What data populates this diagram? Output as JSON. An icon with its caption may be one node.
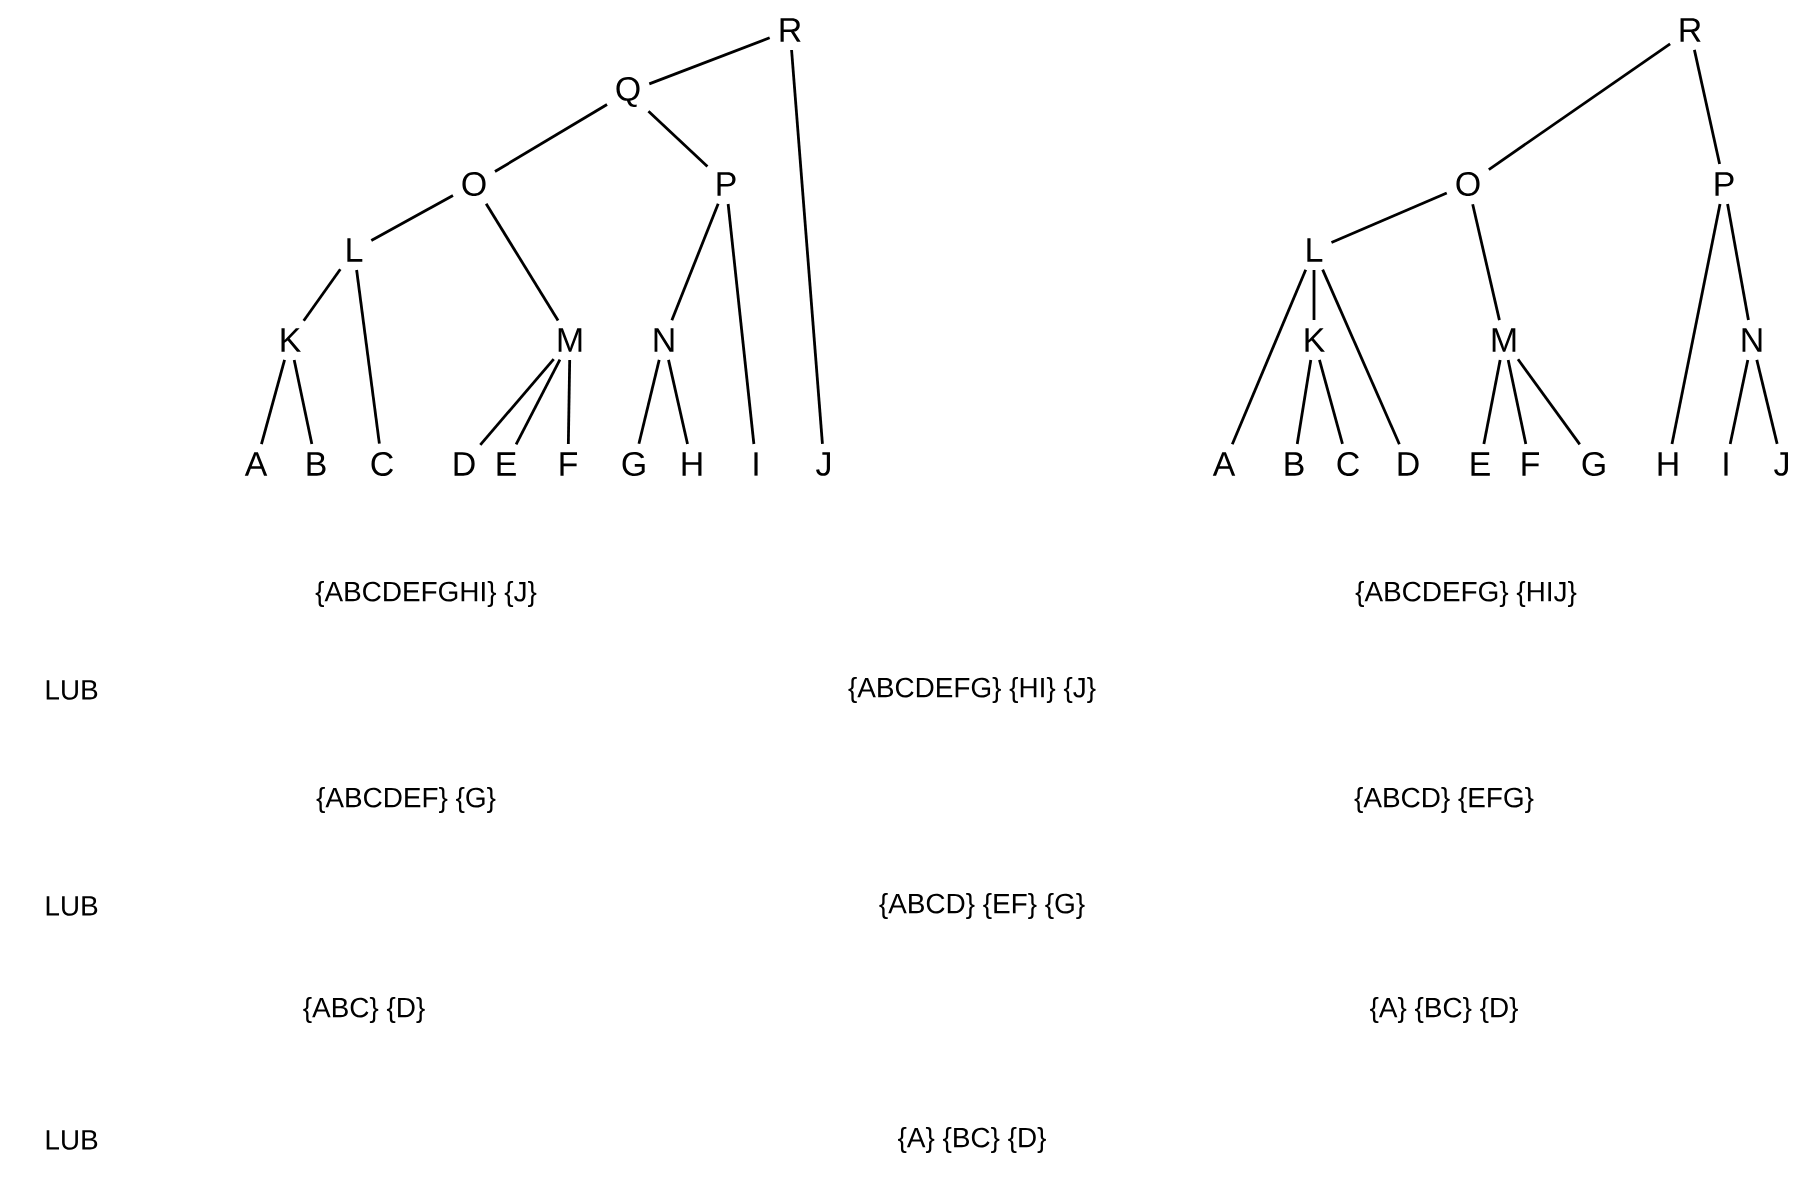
{
  "diagram": {
    "nodes": [
      {
        "text": [
          "R"
        ]
      },
      {
        "text": [
          "Q"
        ]
      },
      {
        "text": [
          "O"
        ]
      },
      {
        "text": [
          "P"
        ]
      },
      {
        "text": [
          "L"
        ]
      },
      {
        "text": [
          "K"
        ]
      },
      {
        "text": [
          "M"
        ]
      },
      {
        "text": [
          "N"
        ]
      },
      {
        "text": [
          "A"
        ]
      },
      {
        "text": [
          "B"
        ]
      },
      {
        "text": [
          "C"
        ]
      },
      {
        "text": [
          "D"
        ]
      },
      {
        "text": [
          "E"
        ]
      },
      {
        "text": [
          "F"
        ]
      },
      {
        "text": [
          "G"
        ]
      },
      {
        "text": [
          "H"
        ]
      },
      {
        "text": [
          "I"
        ]
      },
      {
        "text": [
          "J"
        ]
      },
      {
        "text": [
          "R"
        ]
      },
      {
        "text": [
          "O"
        ]
      },
      {
        "text": [
          "P"
        ]
      },
      {
        "text": [
          "L"
        ]
      },
      {
        "text": [
          "K"
        ]
      },
      {
        "text": [
          "M"
        ]
      },
      {
        "text": [
          "N"
        ]
      },
      {
        "text": [
          "A"
        ]
      },
      {
        "text": [
          "B"
        ]
      },
      {
        "text": [
          "C"
        ]
      },
      {
        "text": [
          "D"
        ]
      },
      {
        "text": [
          "E"
        ]
      },
      {
        "text": [
          "F"
        ]
      },
      {
        "text": [
          "G"
        ]
      },
      {
        "text": [
          "H"
        ]
      },
      {
        "text": [
          "I"
        ]
      },
      {
        "text": [
          "J"
        ]
      }
    ],
    "edges": [
      {
        "from": 0,
        "to": 1,
        "arrow": "none"
      },
      {
        "from": 0,
        "to": 17,
        "arrow": "none"
      },
      {
        "from": 1,
        "to": 2,
        "arrow": "none"
      },
      {
        "from": 1,
        "to": 3,
        "arrow": "none"
      },
      {
        "from": 2,
        "to": 4,
        "arrow": "none"
      },
      {
        "from": 2,
        "to": 6,
        "arrow": "none"
      },
      {
        "from": 3,
        "to": 7,
        "arrow": "none"
      },
      {
        "from": 3,
        "to": 16,
        "arrow": "none"
      },
      {
        "from": 4,
        "to": 5,
        "arrow": "none"
      },
      {
        "from": 4,
        "to": 10,
        "arrow": "none"
      },
      {
        "from": 5,
        "to": 8,
        "arrow": "none"
      },
      {
        "from": 5,
        "to": 9,
        "arrow": "none"
      },
      {
        "from": 6,
        "to": 11,
        "arrow": "none"
      },
      {
        "from": 6,
        "to": 12,
        "arrow": "none"
      },
      {
        "from": 6,
        "to": 13,
        "arrow": "none"
      },
      {
        "from": 7,
        "to": 14,
        "arrow": "none"
      },
      {
        "from": 7,
        "to": 15,
        "arrow": "none"
      },
      {
        "from": 18,
        "to": 19,
        "arrow": "none"
      },
      {
        "from": 18,
        "to": 20,
        "arrow": "none"
      },
      {
        "from": 19,
        "to": 21,
        "arrow": "none"
      },
      {
        "from": 19,
        "to": 23,
        "arrow": "none"
      },
      {
        "from": 20,
        "to": 32,
        "arrow": "none"
      },
      {
        "from": 20,
        "to": 24,
        "arrow": "none"
      },
      {
        "from": 21,
        "to": 25,
        "arrow": "none"
      },
      {
        "from": 21,
        "to": 22,
        "arrow": "none"
      },
      {
        "from": 21,
        "to": 28,
        "arrow": "none"
      },
      {
        "from": 22,
        "to": 26,
        "arrow": "none"
      },
      {
        "from": 22,
        "to": 27,
        "arrow": "none"
      },
      {
        "from": 23,
        "to": 29,
        "arrow": "none"
      },
      {
        "from": 23,
        "to": 30,
        "arrow": "none"
      },
      {
        "from": 23,
        "to": 31,
        "arrow": "none"
      },
      {
        "from": 24,
        "to": 33,
        "arrow": "none"
      },
      {
        "from": 24,
        "to": 34,
        "arrow": "none"
      }
    ],
    "labels": [
      "{ABCDEFGHI} {J}",
      "{ABCDEFG} {HIJ}",
      "LUB",
      "{ABCDEFG} {HI} {J}",
      "{ABCDEF} {G}",
      "{ABCD} {EFG}",
      "LUB",
      "{ABCD} {EF} {G}",
      "{ABC} {D}",
      "{A} {BC} {D}",
      "LUB",
      "{A} {BC} {D}"
    ]
  }
}
